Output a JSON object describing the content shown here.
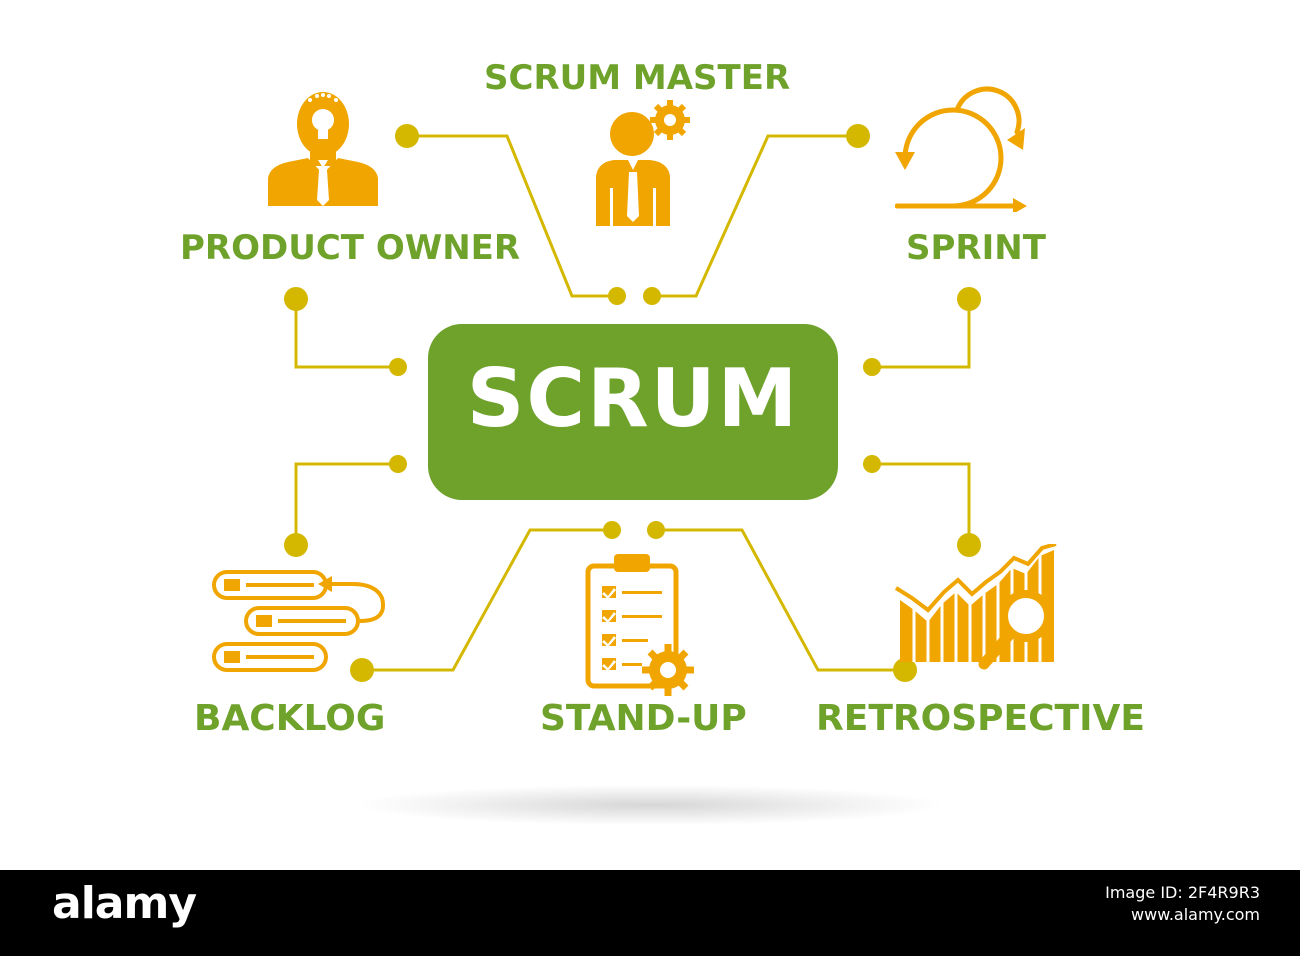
{
  "diagram": {
    "center": "SCRUM",
    "nodes": [
      {
        "id": "scrum-master",
        "label": "SCRUM MASTER",
        "icon": "person-gear-icon"
      },
      {
        "id": "product-owner",
        "label": "PRODUCT OWNER",
        "icon": "person-lightbulb-icon"
      },
      {
        "id": "sprint",
        "label": "SPRINT",
        "icon": "cycle-arrows-icon"
      },
      {
        "id": "backlog",
        "label": "BACKLOG",
        "icon": "stacked-list-icon"
      },
      {
        "id": "stand-up",
        "label": "STAND-UP",
        "icon": "checklist-gear-icon"
      },
      {
        "id": "retrospective",
        "label": "RETROSPECTIVE",
        "icon": "chart-magnifier-icon"
      }
    ],
    "colors": {
      "label": "#6ea22b",
      "center": "#6ea22b",
      "icon": "#f0a500",
      "connector": "#d4b800"
    }
  },
  "watermark": {
    "brand": "alamy",
    "id_label": "Image ID: 2F4R9R3",
    "url": "www.alamy.com"
  }
}
